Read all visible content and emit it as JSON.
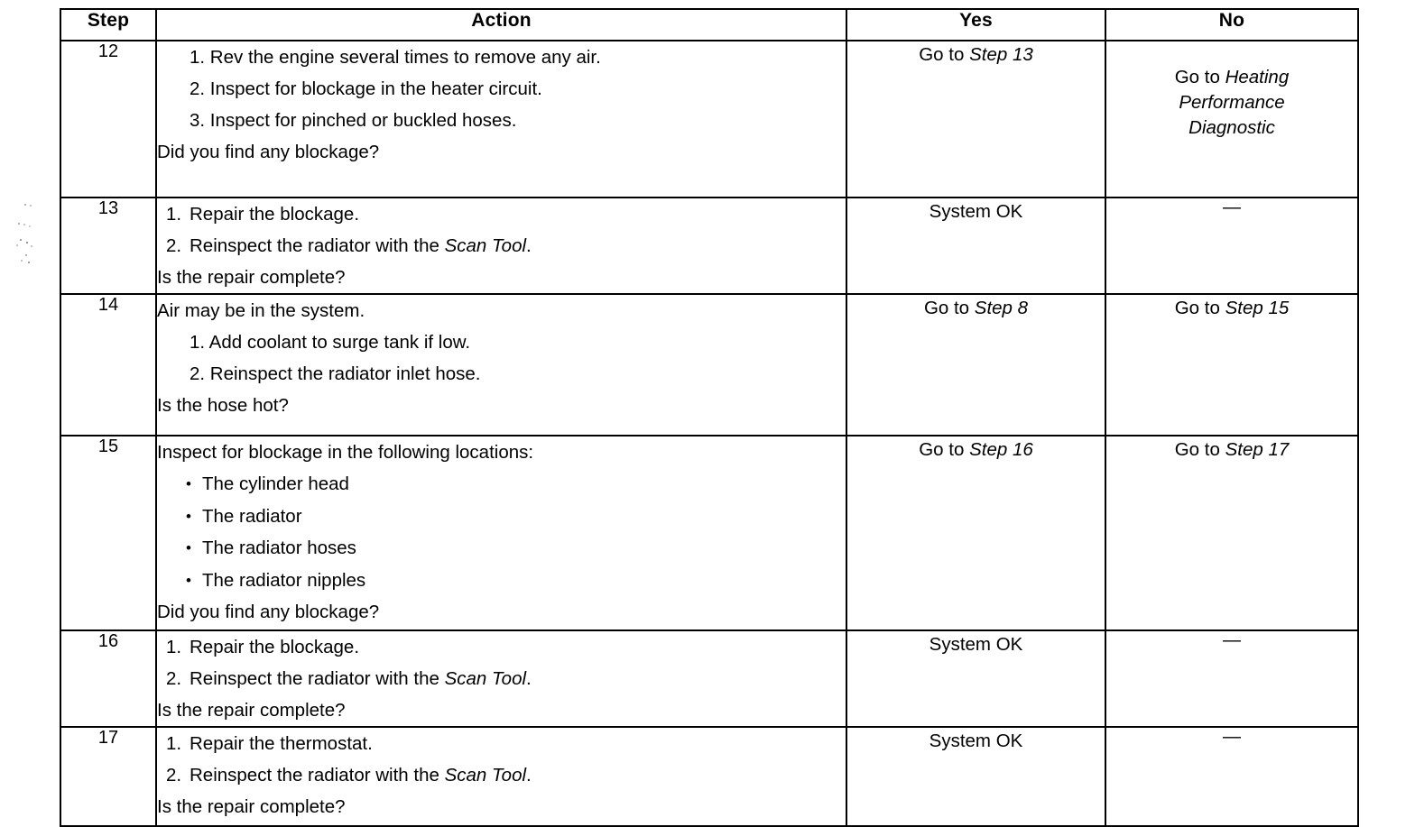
{
  "table": {
    "headers": {
      "step": "Step",
      "action": "Action",
      "yes": "Yes",
      "no": "No"
    },
    "rows": [
      {
        "step": "12",
        "action": {
          "lead": "",
          "numbered": [
            "1.  Rev the engine several times to remove any air.",
            "2.  Inspect for blockage in the heater circuit.",
            "3.  Inspect for pinched or buckled hoses."
          ],
          "bullets": [],
          "question": "Did you find any blockage?"
        },
        "yes": "Go to Step 13",
        "yes_plain": "Go to ",
        "yes_italic": "Step 13",
        "no_plain": "Go to ",
        "no_italic": "Heating Performance Diagnostic",
        "no_lines": [
          "Go to Heating",
          "Performance",
          "Diagnostic"
        ]
      },
      {
        "step": "13",
        "action": {
          "lead": "",
          "numbered": [
            "1.  Repair the blockage.",
            "2.  Reinspect the radiator with the Scan Tool."
          ],
          "bullets": [],
          "question": "Is the repair complete?"
        },
        "yes": "System OK",
        "no": "—"
      },
      {
        "step": "14",
        "action": {
          "lead": "Air may be in the system.",
          "numbered": [
            "1.  Add coolant to surge tank if low.",
            "2.  Reinspect the radiator inlet hose."
          ],
          "bullets": [],
          "question": "Is the hose hot?"
        },
        "yes_plain": "Go to ",
        "yes_italic": "Step 8",
        "no_plain": "Go to ",
        "no_italic": "Step 15"
      },
      {
        "step": "15",
        "action": {
          "lead": "Inspect for blockage in the following locations:",
          "numbered": [],
          "bullets": [
            "The cylinder head",
            "The radiator",
            "The radiator hoses",
            "The radiator nipples"
          ],
          "question": "Did you find any blockage?"
        },
        "yes_plain": "Go to ",
        "yes_italic": "Step 16",
        "no_plain": "Go to ",
        "no_italic": "Step 17"
      },
      {
        "step": "16",
        "action": {
          "lead": "",
          "numbered": [
            "1.  Repair the blockage.",
            "2.  Reinspect the radiator with the Scan Tool."
          ],
          "bullets": [],
          "question": "Is the repair complete?"
        },
        "yes": "System OK",
        "no": "—"
      },
      {
        "step": "17",
        "action": {
          "lead": "",
          "numbered": [
            "1.  Repair the thermostat.",
            "2.  Reinspect the radiator with the Scan Tool."
          ],
          "bullets": [],
          "question": "Is the repair complete?"
        },
        "yes": "System OK",
        "no": "—"
      }
    ]
  },
  "italic_terms": {
    "scan_tool": "Scan Tool",
    "step_prefix": "Step"
  }
}
